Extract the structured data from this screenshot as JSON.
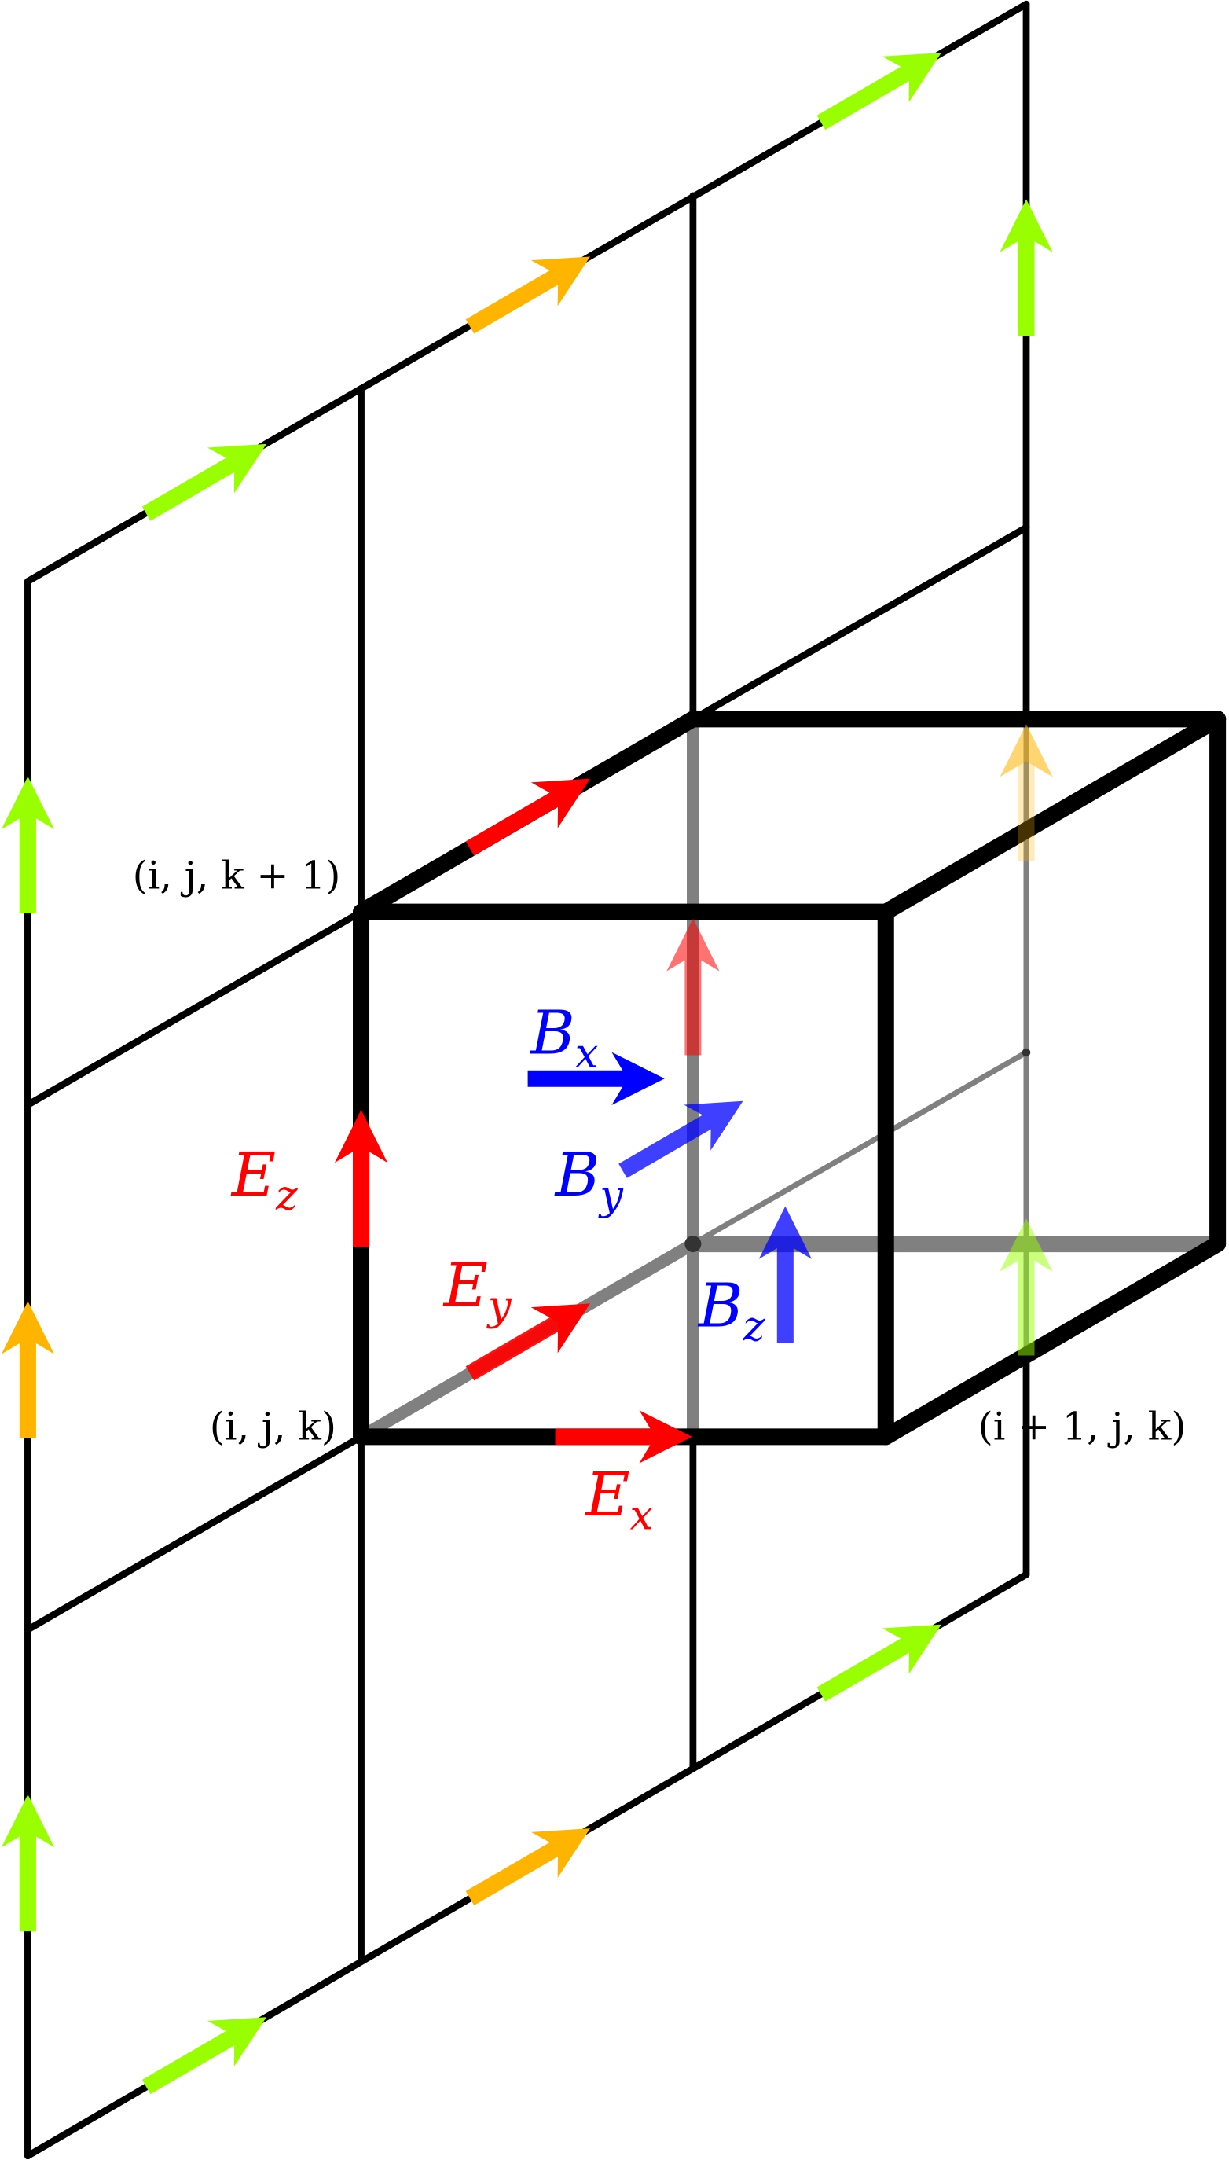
{
  "diagram": {
    "title": "Yee cell staggered grid",
    "colors": {
      "grid": "#000000",
      "hidden_edge": "#808080",
      "e_field": "#ff0000",
      "b_field": "#0000ff",
      "green_arrow": "#99ff00",
      "orange_arrow": "#ffb400"
    },
    "labels": {
      "node_ijk1": "(i, j, k + 1)",
      "node_ijk": "(i, j, k)",
      "node_i1jk": "(i + 1, j, k)",
      "Ex": {
        "main": "E",
        "sub": "x"
      },
      "Ey": {
        "main": "E",
        "sub": "y"
      },
      "Ez": {
        "main": "E",
        "sub": "z"
      },
      "Bx": {
        "main": "B",
        "sub": "x"
      },
      "By": {
        "main": "B",
        "sub": "y"
      },
      "Bz": {
        "main": "B",
        "sub": "z"
      }
    }
  }
}
